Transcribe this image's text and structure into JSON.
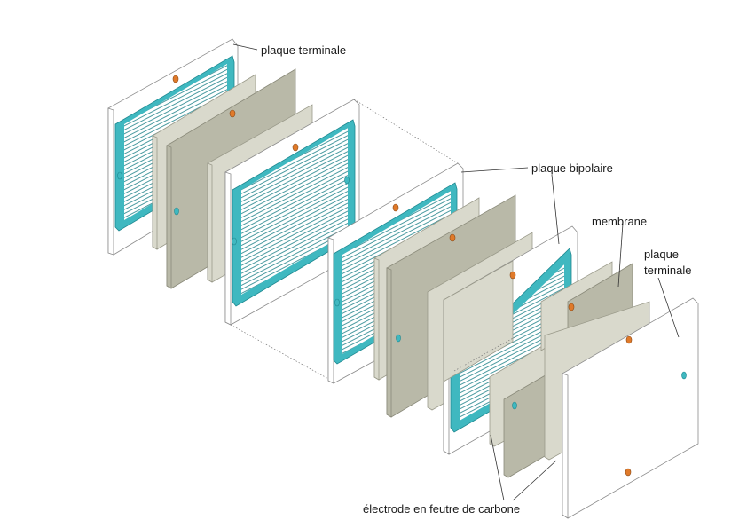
{
  "labels": {
    "end_plate_top": "plaque terminale",
    "bipolar_plate": "plaque bipolaire",
    "membrane": "membrane",
    "end_plate_right_line1": "plaque",
    "end_plate_right_line2": "terminale",
    "carbon_felt_electrode": "électrode en feutre de carbone"
  },
  "colors": {
    "flow_channel": "#3fb8c0",
    "port_orange": "#e07a2a",
    "felt": "#d9d9cc",
    "membrane": "#b9b9a8"
  }
}
